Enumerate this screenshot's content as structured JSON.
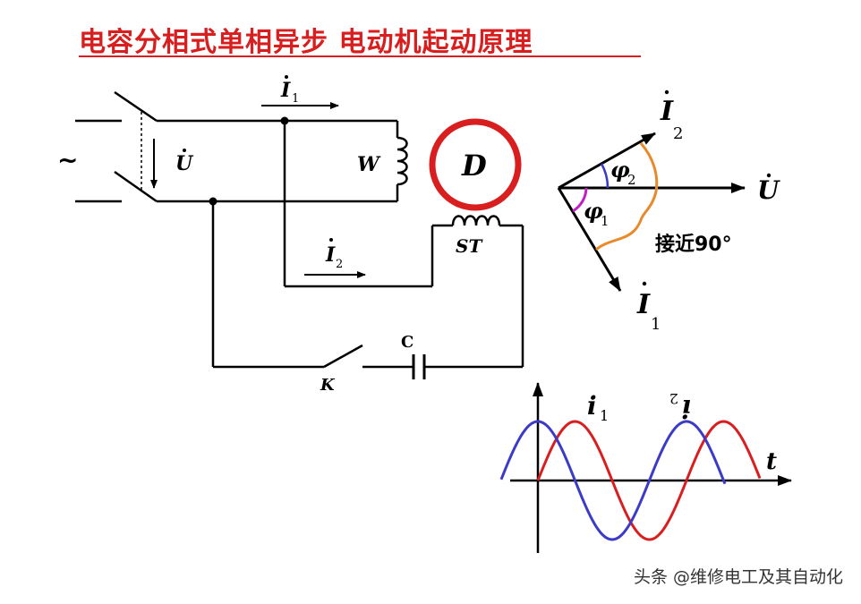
{
  "title": "电容分相式单相异步 电动机起动原理",
  "watermark": "头条 @维修电工及其自动化",
  "circuit": {
    "source_symbol": "~",
    "voltage_label": "U",
    "current1_label": "I",
    "current1_sub": "1",
    "current2_label": "I",
    "current2_sub": "2",
    "winding_w_label": "W",
    "motor_label": "D",
    "winding_st_label": "ST",
    "capacitor_label": "C",
    "switch_label": "K"
  },
  "phasor": {
    "u_label": "U",
    "i1_label": "I",
    "i1_sub": "1",
    "i2_label": "I",
    "i2_sub": "2",
    "phi1_label": "φ",
    "phi1_sub": "1",
    "phi2_label": "φ",
    "phi2_sub": "2",
    "angle_note": "接近90°"
  },
  "waveform": {
    "i1_label": "i",
    "i1_sub": "1",
    "i2_label": "i",
    "i2_sub": "2",
    "t_label": "t",
    "colors": {
      "i1": "#d81e1e",
      "i2": "#3b3bc8"
    }
  },
  "colors": {
    "title": "#d81e1e",
    "motor_ring": "#d81e1e",
    "phi_arc_outer": "#e8892a",
    "phi_arc_inner": "#c21fc2"
  }
}
